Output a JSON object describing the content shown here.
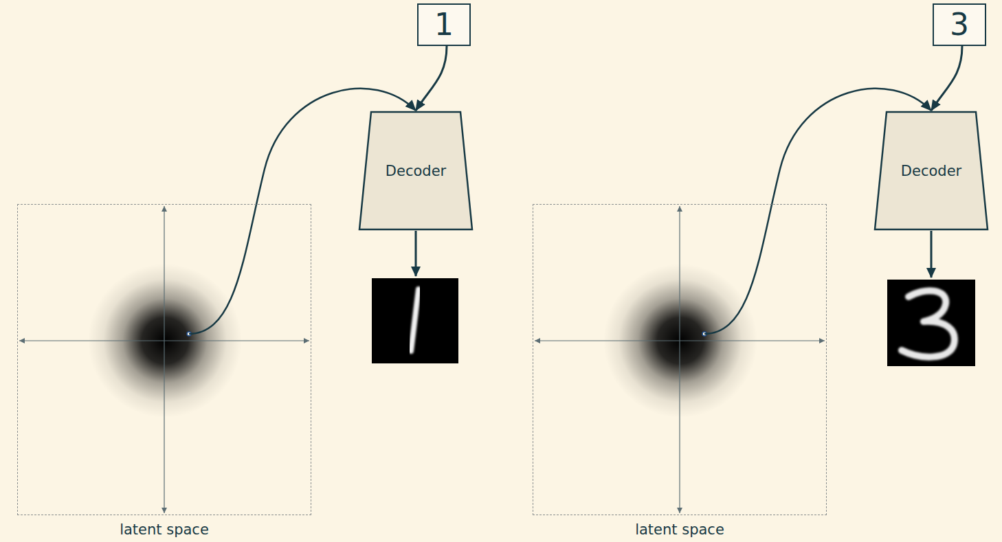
{
  "diagram": {
    "nodes": [
      {
        "text": [
          "latent space"
        ]
      },
      {
        "text": [
          "1"
        ]
      },
      {
        "text": [
          "Decoder"
        ]
      },
      {
        "text": [
          "latent space"
        ]
      },
      {
        "text": [
          "3"
        ]
      },
      {
        "text": [
          "Decoder"
        ]
      }
    ],
    "edges": [
      {
        "from": 1,
        "to": 2,
        "arrow": "to"
      },
      {
        "from": 0,
        "to": 2,
        "arrow": "to"
      },
      {
        "from": 4,
        "to": 5,
        "arrow": "to"
      },
      {
        "from": 3,
        "to": 5,
        "arrow": "to"
      }
    ]
  }
}
